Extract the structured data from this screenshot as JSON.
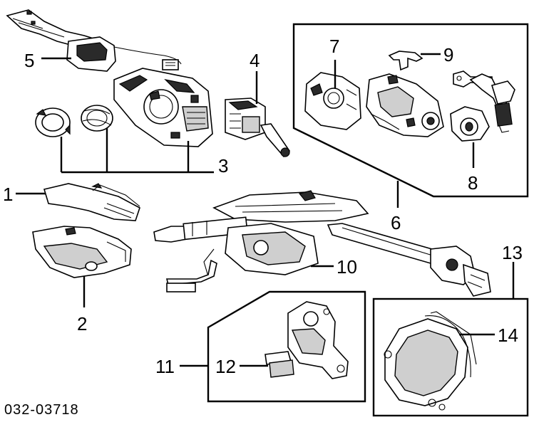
{
  "diagram": {
    "callouts": [
      {
        "id": "c1",
        "label": "1"
      },
      {
        "id": "c2",
        "label": "2"
      },
      {
        "id": "c3",
        "label": "3"
      },
      {
        "id": "c4",
        "label": "4"
      },
      {
        "id": "c5",
        "label": "5"
      },
      {
        "id": "c6",
        "label": "6"
      },
      {
        "id": "c7",
        "label": "7"
      },
      {
        "id": "c8",
        "label": "8"
      },
      {
        "id": "c9",
        "label": "9"
      },
      {
        "id": "c10",
        "label": "10"
      },
      {
        "id": "c11",
        "label": "11"
      },
      {
        "id": "c12",
        "label": "12"
      },
      {
        "id": "c13",
        "label": "13"
      },
      {
        "id": "c14",
        "label": "14"
      }
    ],
    "reference_code": "032-03718"
  }
}
